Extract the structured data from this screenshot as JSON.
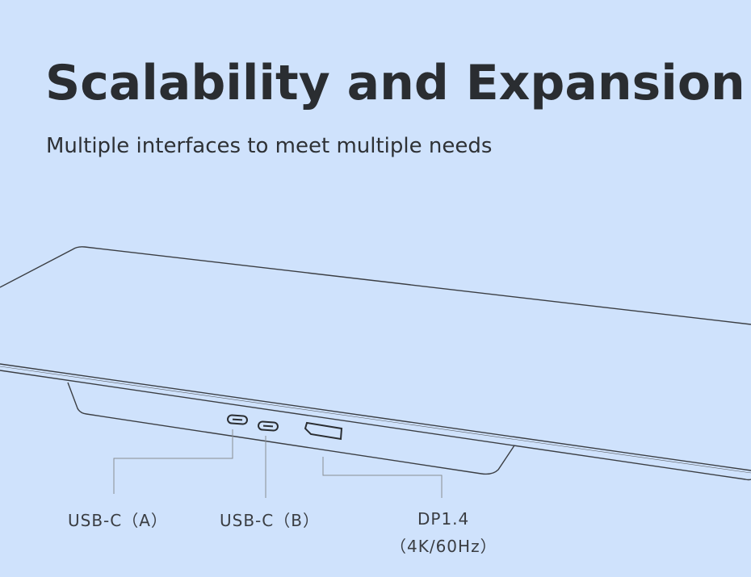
{
  "header": {
    "title": "Scalability and Expansion",
    "subtitle": "Multiple interfaces to meet multiple needs"
  },
  "ports": [
    {
      "name": "USB-C（A）"
    },
    {
      "name": "USB-C（B）"
    },
    {
      "name": "DP1.4",
      "spec": "（4K/60Hz）"
    }
  ],
  "colors": {
    "background": "#cfe2fc",
    "heading": "#2a2d31",
    "outline": "#3b3e43",
    "leader_line": "#8a8d92"
  }
}
